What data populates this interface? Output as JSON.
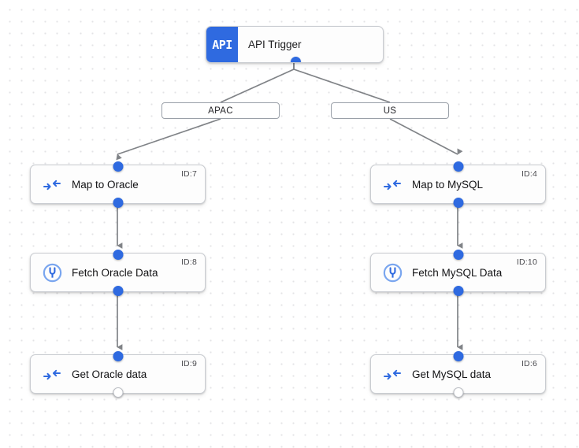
{
  "canvas": {
    "background_color": "#ffffff",
    "dot_color": "#e3e3e6",
    "accent_color": "#2f6ae0",
    "edge_color": "#808387"
  },
  "trigger": {
    "badge_text": "API",
    "title": "API Trigger",
    "icon": "api-badge-icon"
  },
  "branch_labels": [
    {
      "text": "APAC"
    },
    {
      "text": "US"
    }
  ],
  "nodes": [
    {
      "label": "Map to Oracle",
      "id_text": "ID:7",
      "icon": "map-transform-icon",
      "in_port": "filled",
      "out_port": "filled"
    },
    {
      "label": "Map to MySQL",
      "id_text": "ID:4",
      "icon": "map-transform-icon",
      "in_port": "filled",
      "out_port": "filled"
    },
    {
      "label": "Fetch Oracle Data",
      "id_text": "ID:8",
      "icon": "database-plug-icon",
      "in_port": "filled",
      "out_port": "filled"
    },
    {
      "label": "Fetch MySQL Data",
      "id_text": "ID:10",
      "icon": "database-plug-icon",
      "in_port": "filled",
      "out_port": "filled"
    },
    {
      "label": "Get Oracle data",
      "id_text": "ID:9",
      "icon": "map-transform-icon",
      "in_port": "filled",
      "out_port": "hollow"
    },
    {
      "label": "Get MySQL data",
      "id_text": "ID:6",
      "icon": "map-transform-icon",
      "in_port": "filled",
      "out_port": "hollow"
    }
  ]
}
